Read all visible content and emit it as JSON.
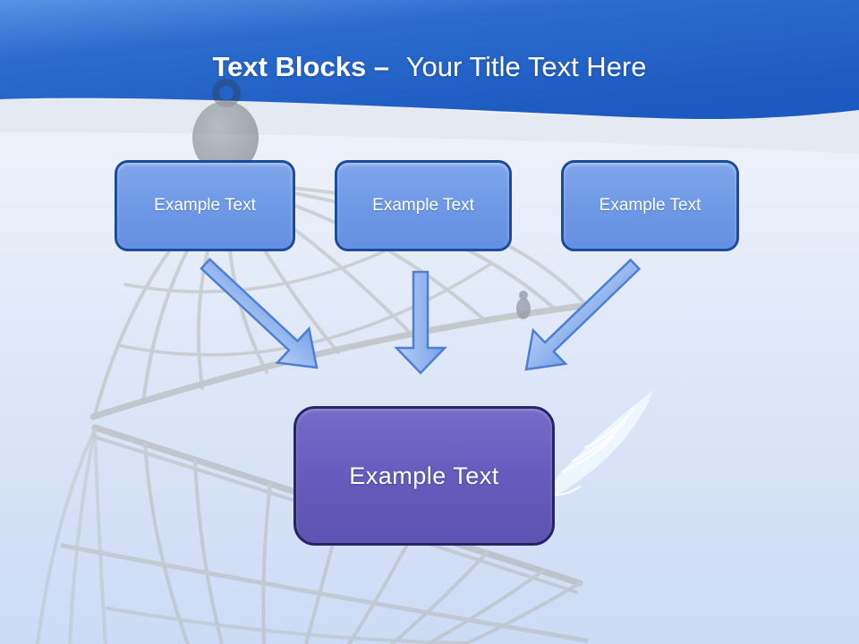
{
  "title": {
    "bold": "Text Blocks –",
    "regular": "Your Title Text Here"
  },
  "blocks": [
    {
      "label": "Example Text"
    },
    {
      "label": "Example Text"
    },
    {
      "label": "Example Text"
    }
  ],
  "result": {
    "label": "Example Text"
  },
  "decorations": {
    "watermark": "open-birdcage-with-feather",
    "icons": [
      "birdcage-icon",
      "feather-icon",
      "down-arrow-icon"
    ]
  },
  "colors": {
    "header_blue": "#2767CA",
    "block_fill": "#6F99E6",
    "block_border": "#1D4B9C",
    "result_fill": "#685DBE",
    "result_border": "#282566",
    "arrow_fill": "#82A9EC",
    "arrow_border": "#4F7FD0",
    "title_text": "#FFFFFF"
  }
}
